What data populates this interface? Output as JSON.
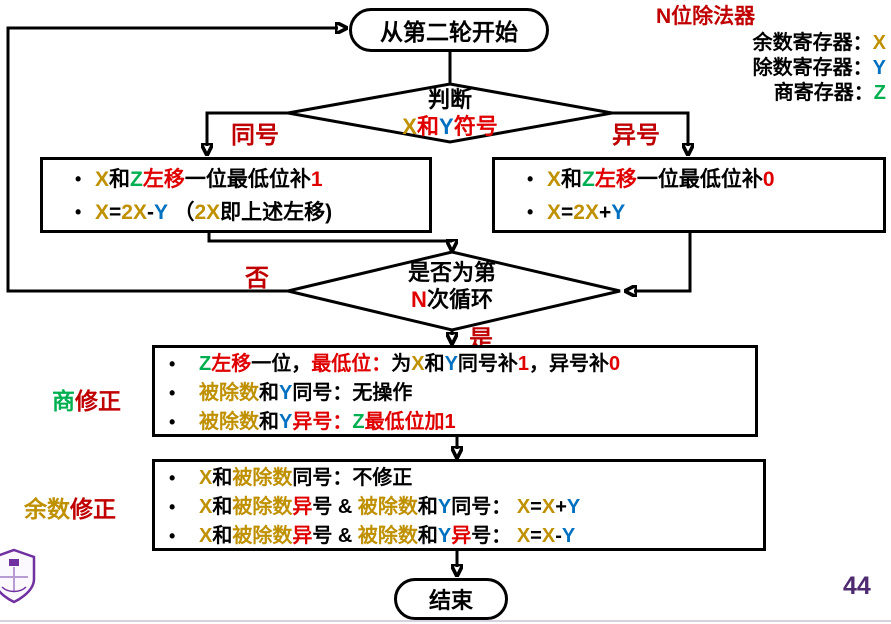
{
  "header": {
    "title": "N位除法器",
    "registers": [
      [
        {
          "t": "余数寄存器：",
          "c": "k"
        },
        {
          "t": "X",
          "c": "x"
        }
      ],
      [
        {
          "t": "除数寄存器：",
          "c": "k"
        },
        {
          "t": "Y",
          "c": "y"
        }
      ],
      [
        {
          "t": "商寄存器：",
          "c": "k"
        },
        {
          "t": "Z",
          "c": "z"
        }
      ]
    ]
  },
  "flow": {
    "start": "从第二轮开始",
    "decision1": {
      "line1": "判断",
      "line2": [
        {
          "t": "X",
          "c": "x"
        },
        {
          "t": "和",
          "c": "r"
        },
        {
          "t": "Y",
          "c": "y"
        },
        {
          "t": "符号",
          "c": "r"
        }
      ]
    },
    "branch_same": "同号",
    "branch_diff": "异号",
    "box_same": {
      "bullets": [
        [
          {
            "t": "X",
            "c": "x"
          },
          {
            "t": "和",
            "c": "k"
          },
          {
            "t": "Z",
            "c": "z"
          },
          {
            "t": "左移",
            "c": "r"
          },
          {
            "t": "一位最低位补",
            "c": "k"
          },
          {
            "t": "1",
            "c": "r"
          }
        ],
        [
          {
            "t": "X",
            "c": "x"
          },
          {
            "t": "=",
            "c": "k"
          },
          {
            "t": "2X",
            "c": "x"
          },
          {
            "t": "-",
            "c": "k"
          },
          {
            "t": "Y",
            "c": "y"
          },
          {
            "t": " （",
            "c": "k"
          },
          {
            "t": "2X",
            "c": "x"
          },
          {
            "t": "即上述左移)",
            "c": "k"
          }
        ]
      ]
    },
    "box_diff": {
      "bullets": [
        [
          {
            "t": "X",
            "c": "x"
          },
          {
            "t": "和",
            "c": "k"
          },
          {
            "t": "Z",
            "c": "z"
          },
          {
            "t": "左移",
            "c": "r"
          },
          {
            "t": "一位最低位补",
            "c": "k"
          },
          {
            "t": "0",
            "c": "r"
          }
        ],
        [
          {
            "t": "X",
            "c": "x"
          },
          {
            "t": "=",
            "c": "k"
          },
          {
            "t": "2X",
            "c": "x"
          },
          {
            "t": "+",
            "c": "k"
          },
          {
            "t": "Y",
            "c": "y"
          }
        ]
      ]
    },
    "decision2": {
      "line1": "是否为第",
      "line2": [
        {
          "t": "N",
          "c": "r"
        },
        {
          "t": "次循环",
          "c": "k"
        }
      ],
      "no_label": "否",
      "yes_label": "是"
    },
    "box_quotient": {
      "label": [
        {
          "t": "商",
          "c": "z"
        },
        {
          "t": "修正",
          "c": "R"
        }
      ],
      "bullets": [
        [
          {
            "t": "Z",
            "c": "z"
          },
          {
            "t": "左移",
            "c": "r"
          },
          {
            "t": "一位，",
            "c": "k"
          },
          {
            "t": "最低位：",
            "c": "r"
          },
          {
            "t": "为",
            "c": "k"
          },
          {
            "t": "X",
            "c": "x"
          },
          {
            "t": "和",
            "c": "k"
          },
          {
            "t": "Y",
            "c": "y"
          },
          {
            "t": "同号补",
            "c": "k"
          },
          {
            "t": "1",
            "c": "r"
          },
          {
            "t": "，异号补",
            "c": "k"
          },
          {
            "t": "0",
            "c": "r"
          }
        ],
        [
          {
            "t": "被除数",
            "c": "x"
          },
          {
            "t": "和",
            "c": "k"
          },
          {
            "t": "Y",
            "c": "y"
          },
          {
            "t": "同号：无操作",
            "c": "k"
          }
        ],
        [
          {
            "t": "被除数",
            "c": "x"
          },
          {
            "t": "和",
            "c": "k"
          },
          {
            "t": "Y",
            "c": "y"
          },
          {
            "t": "异号：",
            "c": "r"
          },
          {
            "t": "Z",
            "c": "z"
          },
          {
            "t": "最低位加1",
            "c": "r"
          }
        ]
      ]
    },
    "box_remainder": {
      "label": [
        {
          "t": "余数",
          "c": "x"
        },
        {
          "t": "修正",
          "c": "R"
        }
      ],
      "bullets": [
        [
          {
            "t": "X",
            "c": "x"
          },
          {
            "t": "和",
            "c": "k"
          },
          {
            "t": "被除数",
            "c": "x"
          },
          {
            "t": "同号：不修正",
            "c": "k"
          }
        ],
        [
          {
            "t": "X",
            "c": "x"
          },
          {
            "t": "和",
            "c": "k"
          },
          {
            "t": "被除数",
            "c": "x"
          },
          {
            "t": "异",
            "c": "r"
          },
          {
            "t": "号 & ",
            "c": "k"
          },
          {
            "t": "被除数",
            "c": "x"
          },
          {
            "t": "和",
            "c": "k"
          },
          {
            "t": "Y",
            "c": "y"
          },
          {
            "t": "同号：  ",
            "c": "k"
          },
          {
            "t": "X",
            "c": "x"
          },
          {
            "t": "=",
            "c": "k"
          },
          {
            "t": "X",
            "c": "x"
          },
          {
            "t": "+",
            "c": "k"
          },
          {
            "t": "Y",
            "c": "y"
          }
        ],
        [
          {
            "t": "X",
            "c": "x"
          },
          {
            "t": "和",
            "c": "k"
          },
          {
            "t": "被除数",
            "c": "x"
          },
          {
            "t": "异",
            "c": "r"
          },
          {
            "t": "号 & ",
            "c": "k"
          },
          {
            "t": "被除数",
            "c": "x"
          },
          {
            "t": "和",
            "c": "k"
          },
          {
            "t": "Y",
            "c": "y"
          },
          {
            "t": "异",
            "c": "r"
          },
          {
            "t": "号：  ",
            "c": "k"
          },
          {
            "t": "X",
            "c": "x"
          },
          {
            "t": "=",
            "c": "k"
          },
          {
            "t": "X",
            "c": "x"
          },
          {
            "t": "-",
            "c": "k"
          },
          {
            "t": "Y",
            "c": "y"
          }
        ]
      ]
    },
    "end": "结束"
  },
  "footer": {
    "page_number": "44"
  },
  "colors": {
    "x_register": "#BF9000",
    "y_register": "#0070C0",
    "z_register": "#00B050",
    "red_label": "#C00000",
    "red_inline": "#E00000",
    "page_number_purple": "#4E2A71"
  }
}
